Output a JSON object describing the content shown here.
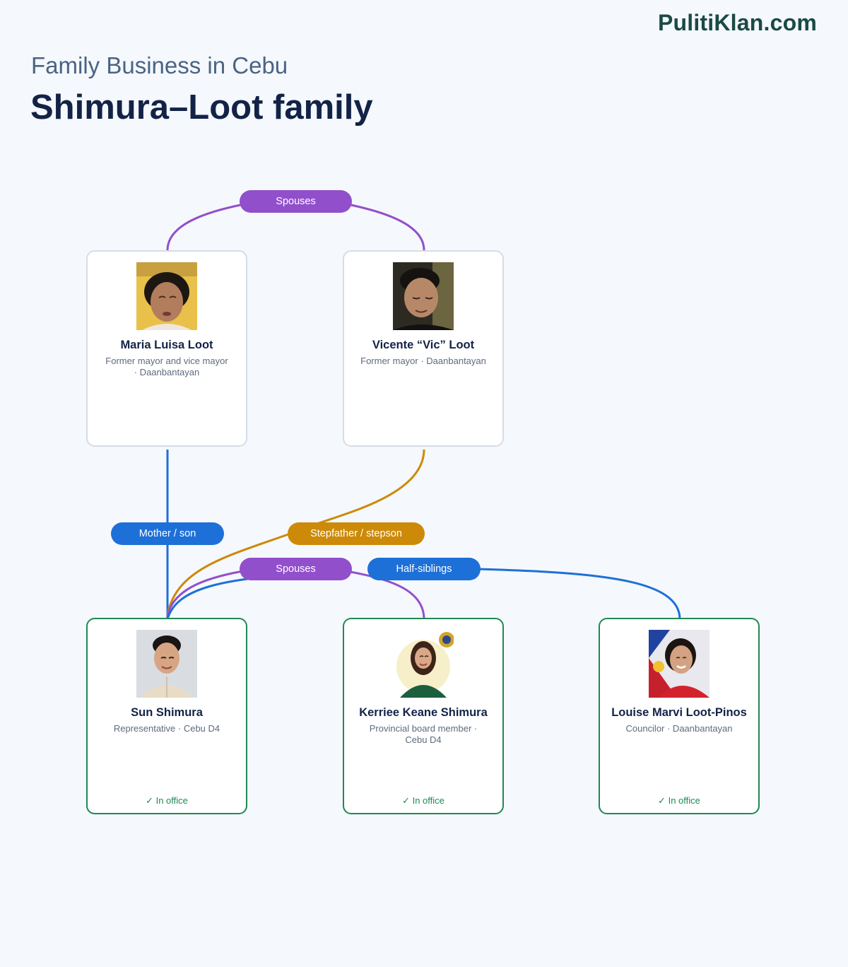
{
  "brand": "PulitiKlan.com",
  "subtitle": "Family Business in Cebu",
  "title": "Shimura–Loot family",
  "colors": {
    "spouses": "#924fcb",
    "parent_child": "#1d70d8",
    "step": "#cc8a08",
    "in_office": "#1e8a55",
    "card_border_former": "#d5dde7"
  },
  "relations": {
    "spouses_top": "Spouses",
    "mother_son": "Mother / son",
    "stepfather_stepson": "Stepfather / stepson",
    "spouses_bottom": "Spouses",
    "half_siblings": "Half-siblings"
  },
  "people": {
    "maria": {
      "name": "Maria Luisa Loot",
      "role": "Former mayor and vice mayor · Daanbantayan",
      "photo": "portrait-woman"
    },
    "vicente": {
      "name": "Vicente “Vic” Loot",
      "role": "Former mayor · Daanbantayan",
      "photo": "portrait-man"
    },
    "sun": {
      "name": "Sun Shimura",
      "role": "Representative · Cebu D4",
      "status": "✓ In office",
      "photo": "portrait-man"
    },
    "kerriee": {
      "name": "Kerriee Keane Shimura",
      "role": "Provincial board member · Cebu D4",
      "status": "✓ In office",
      "photo": "portrait-woman"
    },
    "louise": {
      "name": "Louise Marvi Loot-Pinos",
      "role": "Councilor · Daanbantayan",
      "status": "✓ In office",
      "photo": "portrait-woman"
    }
  }
}
